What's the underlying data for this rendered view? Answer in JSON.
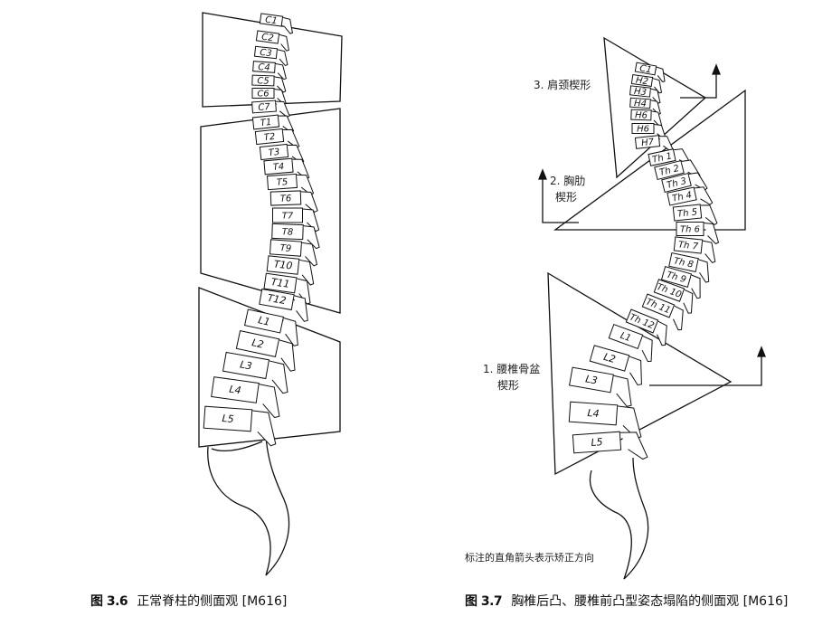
{
  "figure_left": {
    "caption_num": "图 3.6",
    "caption_text": "正常脊柱的侧面观 [M616]",
    "vertebrae": [
      "C1",
      "C2",
      "C3",
      "C4",
      "C5",
      "C6",
      "C7",
      "T1",
      "T2",
      "T3",
      "T4",
      "T5",
      "T6",
      "T7",
      "T8",
      "T9",
      "T10",
      "T11",
      "T12",
      "L1",
      "L2",
      "L3",
      "L4",
      "L5"
    ]
  },
  "figure_right": {
    "caption_num": "图 3.7",
    "caption_text": "胸椎后凸、腰椎前凸型姿态塌陷的侧面观 [M616]",
    "vertebrae": [
      "C1",
      "H2",
      "H3",
      "H4",
      "H6",
      "H6",
      "H7",
      "Th 1",
      "Th 2",
      "Th 3",
      "Th 4",
      "Th 5",
      "Th 6",
      "Th 7",
      "Th 8",
      "Th 9",
      "Th 10",
      "Th 11",
      "Th 12",
      "L1",
      "L2",
      "L3",
      "L4",
      "L5"
    ],
    "label_shoulder": "3. 肩颈楔形",
    "label_rib_1": "2. 胸肋",
    "label_rib_2": "楔形",
    "label_pelvis_1": "1. 腰椎骨盆",
    "label_pelvis_2": "楔形",
    "note": "标注的直角箭头表示矫正方向"
  }
}
